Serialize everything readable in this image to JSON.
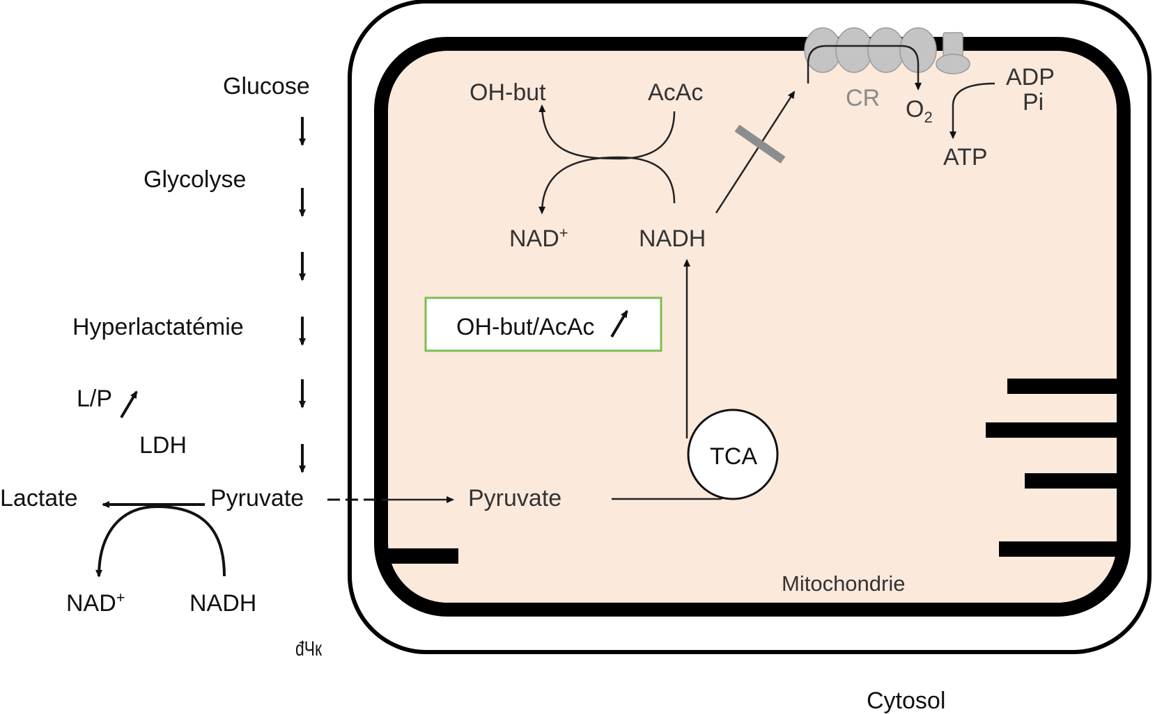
{
  "cytosol_pathway": {
    "glucose": "Glucose",
    "glycolyse": "Glycolyse",
    "hyperlactatemie": "Hyperlactatémie",
    "lp_ratio": "L/P",
    "ldh": "LDH",
    "lactate": "Lactate",
    "pyruvate": "Pyruvate",
    "nad_plus": "NAD",
    "nadh": "NADH",
    "mark": "đЧк"
  },
  "mitochondria": {
    "oh_but": "OH-but",
    "acac": "AcAc",
    "nad_plus": "NAD",
    "nadh": "NADH",
    "ratio_box": "OH-but/AcAc",
    "pyruvate": "Pyruvate",
    "tca": "TCA",
    "cr": "CR",
    "o2": "O",
    "o2_subscript": "2",
    "adp": "ADP",
    "pi": "Pi",
    "atp": "ATP",
    "label": "Mitochondrie"
  },
  "compartment_label": "Cytosol",
  "plus_sign": "+",
  "colors": {
    "matrix_fill": "#fbe9dc",
    "ratio_box_border": "#7cbd4e",
    "complex_fill": "#c4c4c4",
    "block_bar": "#8d8d8d"
  }
}
